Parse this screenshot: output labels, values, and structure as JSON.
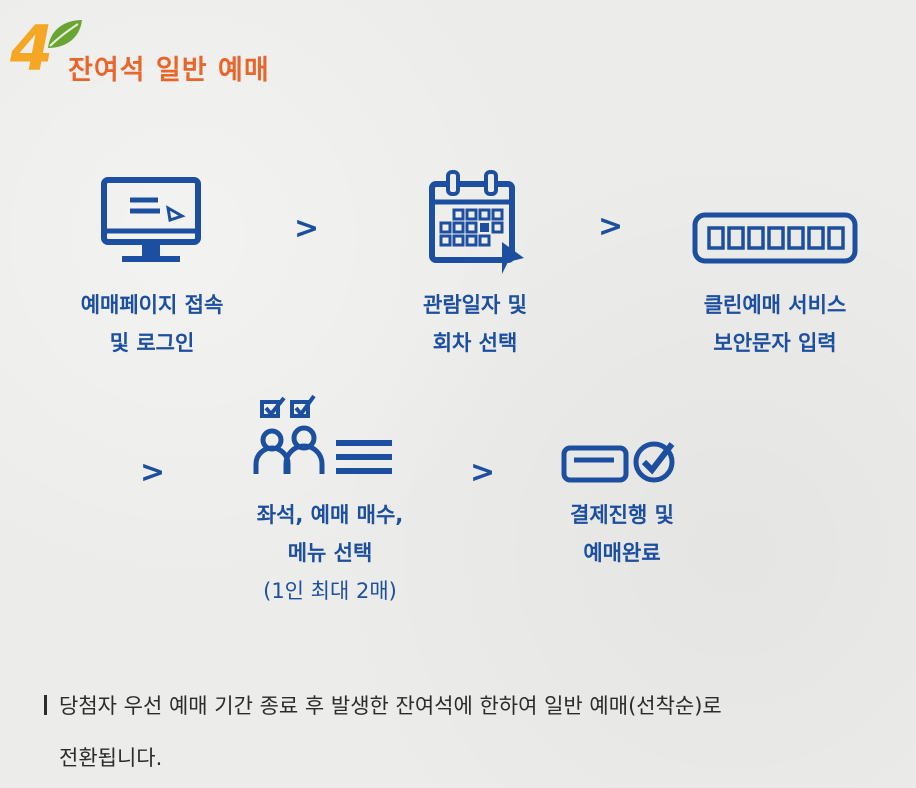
{
  "header": {
    "step_number": "4",
    "title": "잔여석 일반 예매"
  },
  "steps": [
    {
      "line1": "예매페이지 접속",
      "line2": "및 로그인",
      "icon": "monitor-icon"
    },
    {
      "line1": "관람일자 및",
      "line2": "회차 선택",
      "icon": "calendar-icon"
    },
    {
      "line1": "클린예매 서비스",
      "line2": "보안문자 입력",
      "icon": "security-code-icon"
    },
    {
      "line1": "좌석, 예매 매수,",
      "line2": "메뉴 선택",
      "line3": "(1인 최대 2매)",
      "icon": "seat-selection-icon"
    },
    {
      "line1": "결제진행 및",
      "line2": "예매완료",
      "icon": "payment-complete-icon"
    }
  ],
  "arrow_symbol": ">",
  "note": {
    "line1": "당첨자 우선 예매 기간 종료 후 발생한 잔여석에 한하여 일반 예매(선착순)로",
    "line2": "전환됩니다."
  },
  "colors": {
    "primary_blue": "#1d4fa0",
    "title_orange": "#e9652a",
    "number_yellow": "#f5a623",
    "leaf_green": "#6aa534",
    "background": "#ececea"
  }
}
